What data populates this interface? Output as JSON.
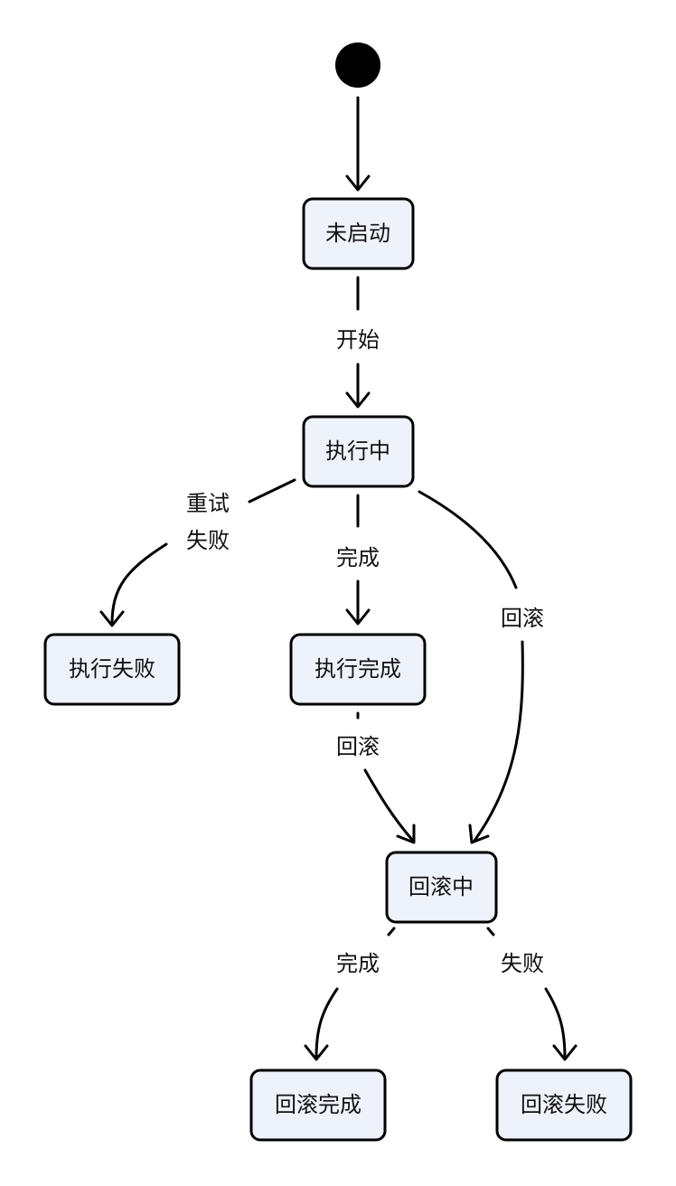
{
  "diagram": {
    "type": "state-machine",
    "initial_state": "未启动",
    "states": {
      "idle": "未启动",
      "running": "执行中",
      "exec_failed": "执行失败",
      "exec_done": "执行完成",
      "rolling_back": "回滚中",
      "rollback_done": "回滚完成",
      "rollback_failed": "回滚失败"
    },
    "transitions": {
      "start": {
        "from": "未启动",
        "to": "执行中",
        "label": "开始"
      },
      "retry_fail": {
        "from": "执行中",
        "to": "执行失败",
        "label_line1": "重试",
        "label_line2": "失败"
      },
      "complete": {
        "from": "执行中",
        "to": "执行完成",
        "label": "完成"
      },
      "rollback_from_running": {
        "from": "执行中",
        "to": "回滚中",
        "label": "回滚"
      },
      "rollback_from_done": {
        "from": "执行完成",
        "to": "回滚中",
        "label": "回滚"
      },
      "rollback_complete": {
        "from": "回滚中",
        "to": "回滚完成",
        "label": "完成"
      },
      "rollback_fail": {
        "from": "回滚中",
        "to": "回滚失败",
        "label": "失败"
      }
    }
  }
}
